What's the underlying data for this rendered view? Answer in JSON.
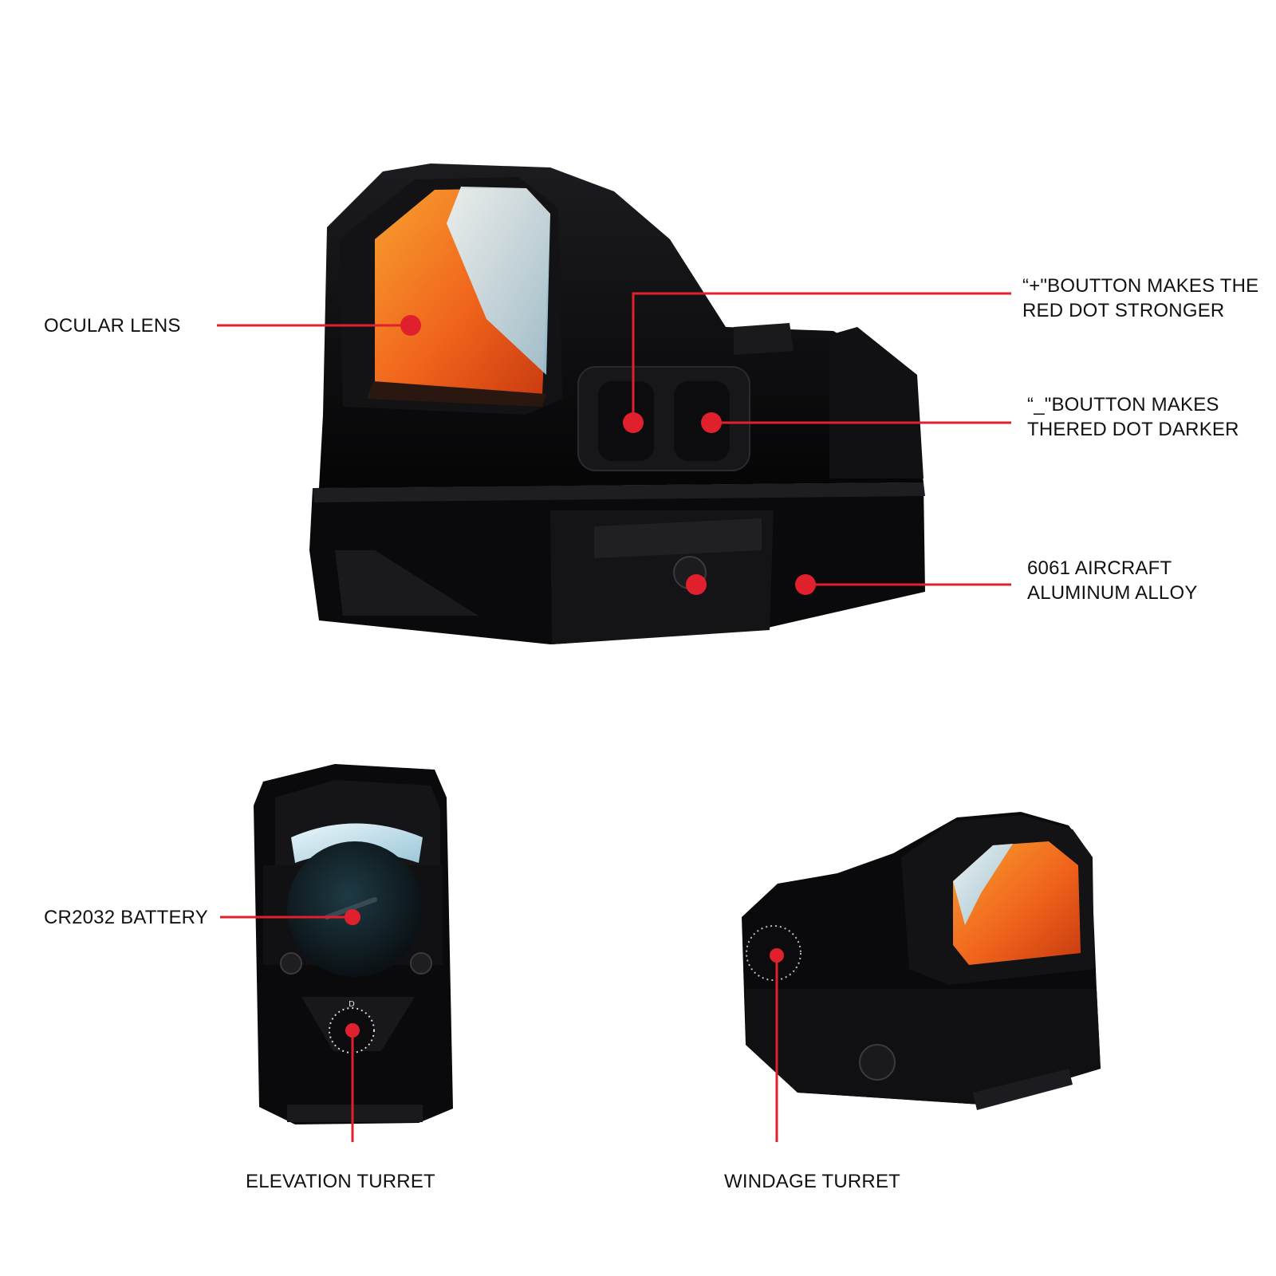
{
  "colors": {
    "background": "#ffffff",
    "callout_red": "#e0202c",
    "housing_black": "#0c0c0e",
    "lens_orange": "#f0641c",
    "lens_blue": "#a8d8e8",
    "text": "#111111"
  },
  "callouts": {
    "ocular_lens": {
      "label": "OCULAR LENS"
    },
    "plus_button": {
      "line1": "“+\"BOUTTON MAKES THE",
      "line2": "RED DOT STRONGER"
    },
    "minus_button": {
      "line1": "“_\"BOUTTON MAKES",
      "line2": "THERED DOT DARKER"
    },
    "alloy": {
      "line1": "6061 AIRCRAFT",
      "line2": "ALUMINUM ALLOY"
    },
    "battery": {
      "label": "CR2032 BATTERY"
    },
    "elevation": {
      "label": "ELEVATION TURRET"
    },
    "windage": {
      "label": "WINDAGE TURRET"
    }
  },
  "icons": {
    "main_product": "red-dot-sight-side-view",
    "top_product": "red-dot-sight-top-view",
    "angle_product": "red-dot-sight-angle-view",
    "elevation_mark": "D"
  }
}
